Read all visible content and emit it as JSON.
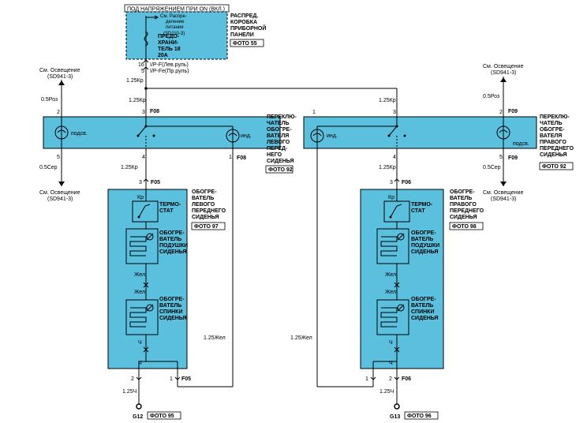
{
  "colors": {
    "module_fill": "#5bc0de",
    "wire": "#000000"
  },
  "power": {
    "on_label": "ПОД НАПРЯЖЕНИЕМ ПРИ ON (ВКЛ.)"
  },
  "fuse_box": {
    "note_line1": "См. Распре-",
    "note_line2": "деление",
    "note_line3": "питания",
    "note_line4": "(SD110-3)",
    "fuse_line1": "ПРЕДО-",
    "fuse_line2": "ХРАНИ-",
    "fuse_line3": "ТЕЛЬ 18",
    "fuse_line4": "20А",
    "title_line1": "РАСПРЕД.",
    "title_line2": "КОРОБКА",
    "title_line3": "ПРИБОРНОЙ",
    "title_line4": "ПАНЕЛИ",
    "photo": "ФОТО 55",
    "pin_16": "16",
    "pin_5": "5",
    "conn_1": "I/P-F(Лев.руль)",
    "conn_2": "I/P-Fe(Пр.руль)"
  },
  "wires": {
    "w_125kr": "1.25Кр",
    "w_05roz": "0.5Роз",
    "w_05ser": "0.5Сер",
    "w_125zhel": "1.25Жел",
    "w_125ch": "1.25Ч",
    "w_zhel": "Жел",
    "w_ch": "Ч",
    "w_kr": "Кр"
  },
  "refs": {
    "lighting_line1": "См. Освещение",
    "lighting_line2": "(SD941-3)"
  },
  "left_switch": {
    "conn": "F08",
    "lamp1": "подсв.",
    "lamp2": "инд.",
    "pins": [
      "2",
      "3",
      "5",
      "4",
      "1"
    ],
    "title": [
      "ПЕРЕКЛЮ-",
      "ЧАТЕЛЬ",
      "ОБОГРЕ-",
      "ВАТЕЛЯ",
      "ЛЕВОГО",
      "ПЕРЕД-",
      "НЕГО",
      "СИДЕНЬЯ"
    ],
    "photo": "ФОТО 92"
  },
  "right_switch": {
    "conn": "F09",
    "lamp1": "инд.",
    "lamp2": "подсв.",
    "pins": [
      "1",
      "3",
      "2",
      "4",
      "5"
    ],
    "title": [
      "ПЕРЕКЛЮ-",
      "ЧАТЕЛЬ",
      "ОБОГРЕ-",
      "ВАТЕЛЯ",
      "ПРАВОГО",
      "ПЕРЕДНЕГО",
      "СИДЕНЬЯ"
    ],
    "photo": "ФОТО 92"
  },
  "left_heater": {
    "conn": "F05",
    "title": [
      "ОБОГРЕ-",
      "ВАТЕЛЬ",
      "ЛЕВОГО",
      "ПЕРЕДНЕГО",
      "СИДЕНЬЯ"
    ],
    "photo": "ФОТО 97",
    "thermostat": [
      "ТЕРМО-",
      "СТАТ"
    ],
    "cushion": [
      "ОБОГРЕ-",
      "ВАТЕЛЬ",
      "ПОДУШКИ",
      "СИДЕНЬЯ"
    ],
    "back": [
      "ОБОГРЕ-",
      "ВАТЕЛЬ",
      "СПИНКИ",
      "СИДЕНЬЯ"
    ],
    "pin_top": "3",
    "pin_b1": "2",
    "pin_b2": "1",
    "ground": "G12",
    "ground_photo": "ФОТО 95"
  },
  "right_heater": {
    "conn": "F06",
    "title": [
      "ОБОГРЕ-",
      "ВАТЕЛЬ",
      "ПРАВОГО",
      "ПЕРЕДНЕГО",
      "СИДЕНЬЯ"
    ],
    "photo": "ФОТО 98",
    "thermostat": [
      "ТЕРМО-",
      "СТАТ"
    ],
    "cushion": [
      "ОБОГРЕ-",
      "ВАТЕЛЬ",
      "ПОДУШКИ",
      "СИДЕНЬЯ"
    ],
    "back": [
      "ОБОГРЕ-",
      "ВАТЕЛЬ",
      "СПИНКИ",
      "СИДЕНЬЯ"
    ],
    "pin_top": "3",
    "pin_b1": "1",
    "pin_b2": "2",
    "ground": "G13",
    "ground_photo": "ФОТО 96"
  }
}
